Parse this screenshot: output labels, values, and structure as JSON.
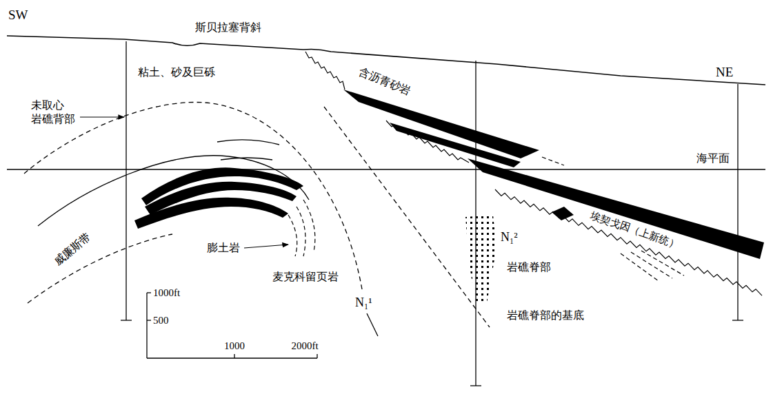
{
  "diagram": {
    "labels": [
      "SW",
      "斯贝拉塞背斜",
      "粘土、砂及巨砾",
      "含沥青砂岩",
      "未取心 岩礁背部",
      "海平面",
      "威廉斯带",
      "膨土岩",
      "麦克科留页岩",
      "N₁¹",
      "N₁²",
      "岩礁脊部",
      "岩礁脊部的基底",
      "埃契戈因（上新统）",
      "NE",
      "1000ft",
      "500",
      "1000",
      "2000ft"
    ]
  }
}
